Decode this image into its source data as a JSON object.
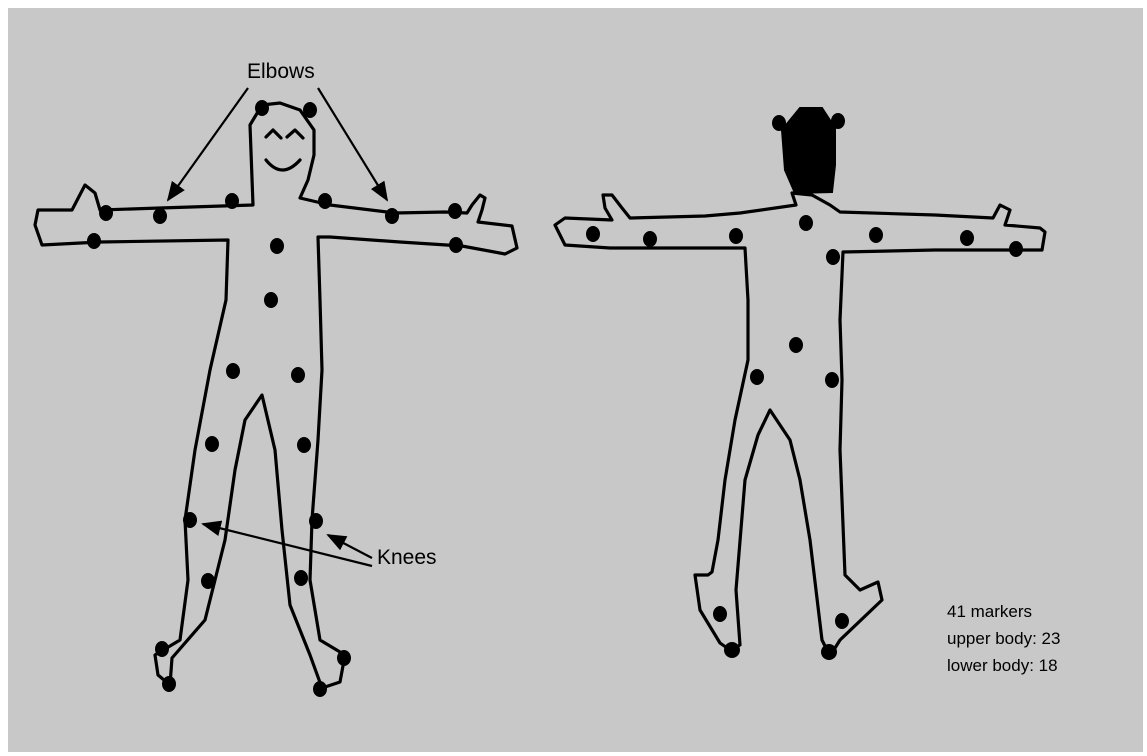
{
  "labels": {
    "elbows": "Elbows",
    "knees": "Knees"
  },
  "legend": {
    "line1": "41 markers",
    "line2": "upper body: 23",
    "line3": "lower body: 18"
  },
  "colors": {
    "background": "#c8c8c8",
    "figure": "#000000"
  },
  "figures": [
    "front-view",
    "back-view"
  ]
}
